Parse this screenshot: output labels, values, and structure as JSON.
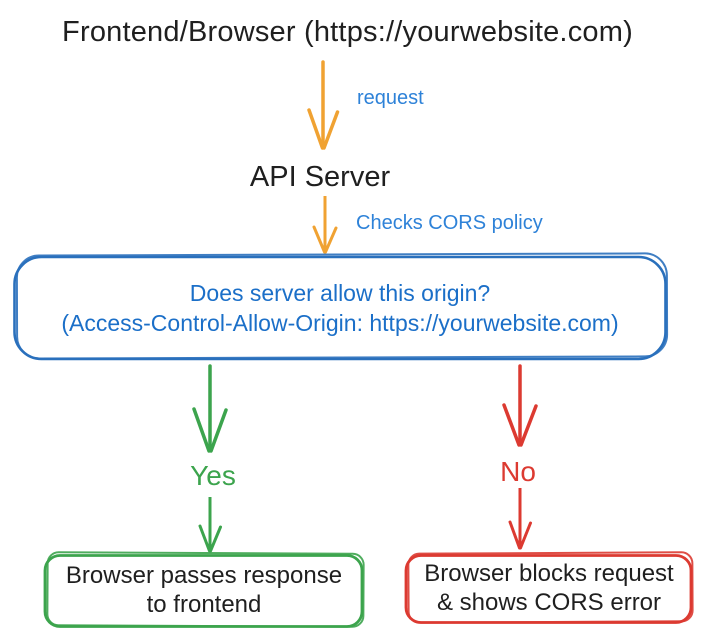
{
  "diagram": {
    "frontend_label": "Frontend/Browser (https://yourwebsite.com)",
    "request_label": "request",
    "api_server_label": "API Server",
    "checks_cors_label": "Checks CORS policy",
    "decision_box": {
      "line1": "Does server allow this origin?",
      "line2": "(Access-Control-Allow-Origin: https://yourwebsite.com)"
    },
    "yes_label": "Yes",
    "no_label": "No",
    "yes_result_box": {
      "line1": "Browser passes response",
      "line2": "to frontend"
    },
    "no_result_box": {
      "line1": "Browser blocks request",
      "line2": "& shows CORS error"
    }
  },
  "colors": {
    "orange": "#F0A232",
    "green": "#3CA44D",
    "red": "#DC3A31",
    "blue_border": "#2A70BC",
    "blue_text": "#1B6FC8",
    "blue_label": "#2E82D8",
    "ink": "#1F1F1F"
  }
}
